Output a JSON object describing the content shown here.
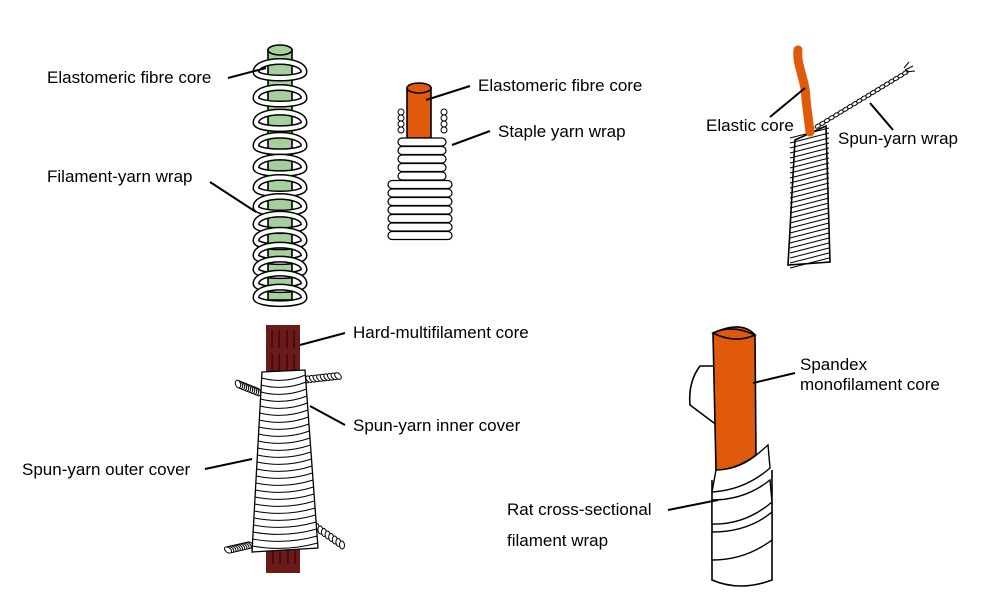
{
  "colors": {
    "green_core": "#a6cf9e",
    "orange_core": "#e05a0c",
    "maroon_core": "#6b1a1a",
    "wrap_white": "#ffffff",
    "outline": "#000000"
  },
  "figures": {
    "fig1": {
      "core_label": "Elastomeric fibre core",
      "wrap_label": "Filament-yarn wrap"
    },
    "fig2": {
      "core_label": "Elastomeric fibre core",
      "wrap_label": "Staple yarn wrap"
    },
    "fig3": {
      "core_label": "Elastic core",
      "wrap_label": "Spun-yarn wrap"
    },
    "fig4": {
      "core_label": "Hard-multifilament core",
      "inner_label": "Spun-yarn inner cover",
      "outer_label": "Spun-yarn outer cover"
    },
    "fig5": {
      "core_label_line1": "Spandex",
      "core_label_line2": "monofilament core",
      "wrap_label_line1": "Rat cross-sectional",
      "wrap_label_line2": "filament wrap"
    }
  }
}
